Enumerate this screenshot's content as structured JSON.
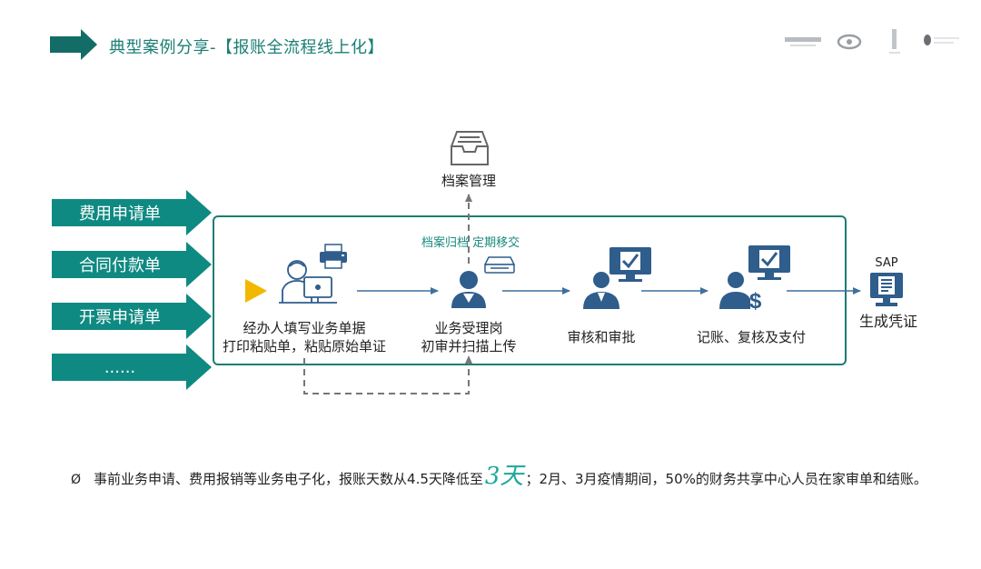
{
  "header": {
    "title": "典型案例分享-【报账全流程线上化】"
  },
  "inputs": [
    {
      "label": "费用申请单"
    },
    {
      "label": "合同付款单"
    },
    {
      "label": "开票申请单"
    },
    {
      "label": "......"
    }
  ],
  "archive": {
    "label": "档案管理",
    "transfer_label": "档案归档 定期移交"
  },
  "steps": [
    {
      "line1": "经办人填写业务单据",
      "line2": "打印粘贴单，粘贴原始单证"
    },
    {
      "line1": "业务受理岗",
      "line2": "初审并扫描上传"
    },
    {
      "line1": "审核和审批"
    },
    {
      "line1": "记账、复核及支付"
    }
  ],
  "output": {
    "system": "SAP",
    "label": "生成凭证"
  },
  "footer": {
    "bullet": "Ø",
    "text_before": "事前业务申请、费用报销等业务电子化，报账天数从4.5天降低至",
    "highlight": "3天",
    "text_after": "；2月、3月疫情期间，50%的财务共享中心人员在家审单和结账。"
  },
  "colors": {
    "teal": "#1b7d74",
    "arrow_teal": "#0f8a82",
    "icon_blue": "#2f5d8c",
    "light_blue": "#6a8fb5",
    "highlight_teal": "#1ba89a",
    "play_yellow": "#f2b800"
  }
}
